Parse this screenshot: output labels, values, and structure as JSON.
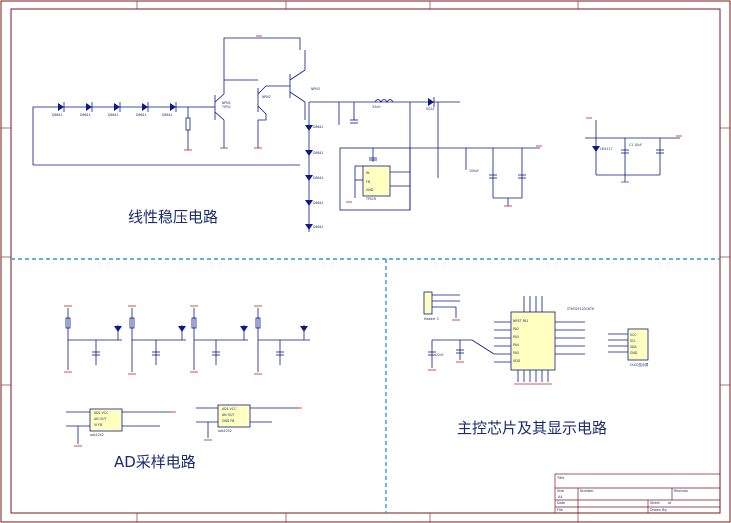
{
  "sections": {
    "linear_regulator": "线性稳压电路",
    "ad_sampling": "AD采样电路",
    "main_control": "主控芯片及其显示电路"
  },
  "title_block": {
    "title": "Title",
    "size": "Size",
    "size_value": "A4",
    "number": "Number",
    "revision": "Revision",
    "date": "Date",
    "file": "File",
    "sheet": "Sheet",
    "of": "of",
    "drawn_by": "Drawn By:"
  },
  "colors": {
    "border": "#7a1818",
    "wire": "#0a1a8a",
    "divider": "#3399cc",
    "ground": "#cc2222",
    "part_fill": "#ffffc0",
    "text": "#1a2a70"
  }
}
